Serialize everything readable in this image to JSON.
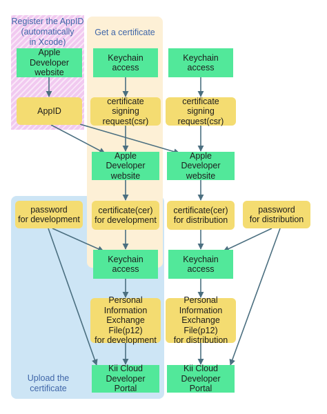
{
  "colors": {
    "register_region": "#f1c9f0",
    "certificate_region": "#fdf0d6",
    "upload_region": "#cde5f5",
    "process_box": "#52e89a",
    "document_box": "#f4dc71",
    "arrow": "#4b6f80",
    "region_title_text": "#3f66a8"
  },
  "regions": {
    "register": {
      "title": "Register the AppID\n(automatically\nin Xcode)"
    },
    "certificate": {
      "title": "Get a certificate"
    },
    "upload": {
      "title": "Upload the\ncertificate"
    }
  },
  "nodes": {
    "apple_dev_site_register": "Apple Developer\nwebsite",
    "appid": "AppID",
    "keychain_access_dev_top": "Keychain\naccess",
    "keychain_access_dist_top": "Keychain\naccess",
    "csr_dev": "certificate signing\nrequest(csr)",
    "csr_dist": "certificate signing\nrequest(csr)",
    "apple_dev_site_dev": "Apple Developer\nwebsite",
    "apple_dev_site_dist": "Apple Developer\nwebsite",
    "password_dev": "password\nfor development",
    "cert_dev": "certificate(cer)\nfor development",
    "cert_dist": "certificate(cer)\nfor distribution",
    "password_dist": "password\nfor distribution",
    "keychain_access_dev_bottom": "Keychain\naccess",
    "keychain_access_dist_bottom": "Keychain\naccess",
    "p12_dev": "Personal\nInformation\nExchange File(p12)\nfor development",
    "p12_dist": "Personal\nInformation\nExchange File(p12)\nfor distribution",
    "kii_portal_dev": "Kii Cloud\nDeveloper Portal",
    "kii_portal_dist": "Kii Cloud\nDeveloper Portal"
  }
}
